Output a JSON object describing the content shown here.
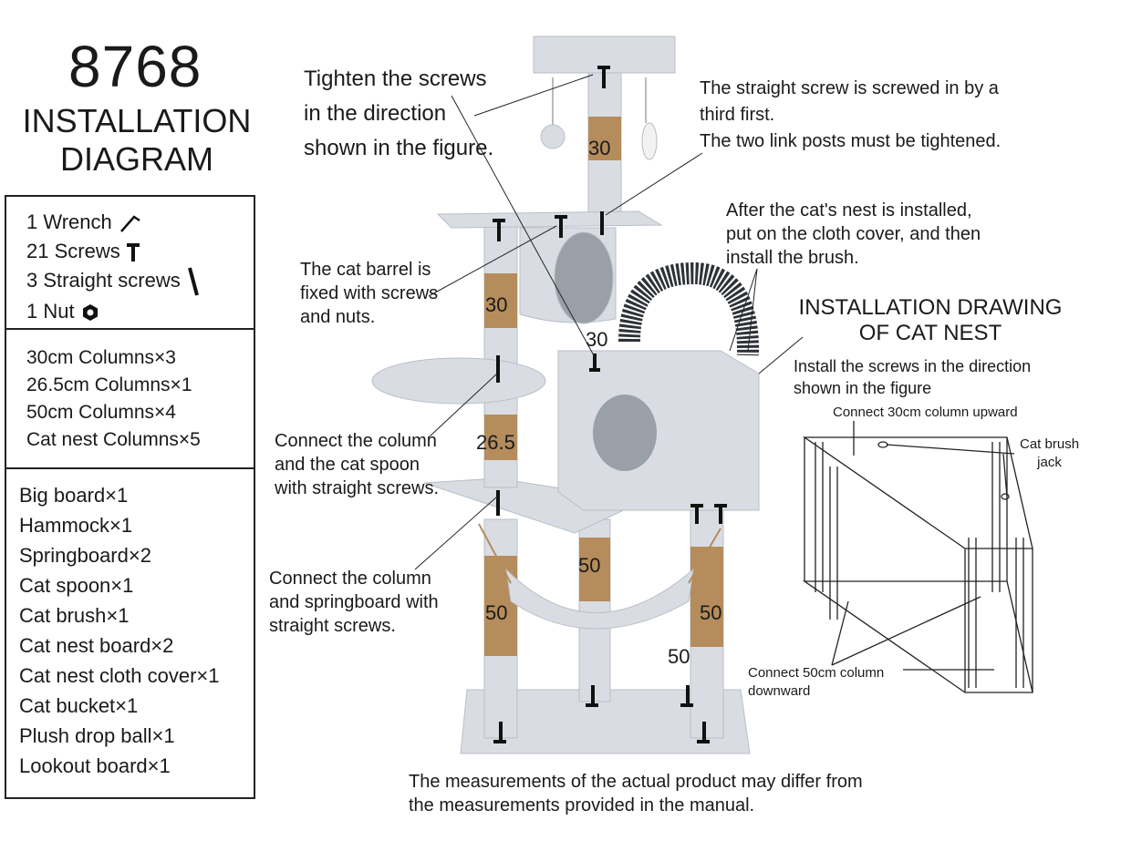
{
  "header": {
    "model": "8768",
    "title_line1": "INSTALLATION",
    "title_line2": "DIAGRAM"
  },
  "hardware": [
    {
      "label": "1 Wrench",
      "icon": "wrench-icon"
    },
    {
      "label": "21 Screws",
      "icon": "t-screw-icon"
    },
    {
      "label": "3 Straight screws",
      "icon": "straight-screw-icon"
    },
    {
      "label": "1 Nut",
      "icon": "nut-icon"
    }
  ],
  "columns": [
    "30cm Columns×3",
    "26.5cm Columns×1",
    "50cm Columns×4",
    "Cat nest Columns×5"
  ],
  "parts": [
    "Big board×1",
    "Hammock×1",
    "Springboard×2",
    "Cat spoon×1",
    "Cat brush×1",
    "Cat nest board×2",
    "Cat nest cloth cover×1",
    "Cat bucket×1",
    "Plush drop ball×1",
    "Lookout board×1"
  ],
  "callouts": {
    "tighten_line1": "Tighten the  screws",
    "tighten_line2": "in the  direction",
    "tighten_line3": "shown  in the figure.",
    "straight_line1": "The straight screw is screwed in by a",
    "straight_line2": "third first.",
    "straight_line3": "The two link posts must be tightened.",
    "nest_line1": "After the cat's nest is installed,",
    "nest_line2": "put on the cloth cover, and then",
    "nest_line3": "install the brush.",
    "barrel_line1": "The cat barrel is",
    "barrel_line2": "fixed with screws",
    "barrel_line3": "and nuts.",
    "spoon_line1": "Connect the column",
    "spoon_line2": "and the cat spoon",
    "spoon_line3": "with straight screws.",
    "spring_line1": "Connect the column",
    "spring_line2": "and springboard with",
    "spring_line3": "straight screws.",
    "disclaimer_line1": "The measurements of the actual product may differ from",
    "disclaimer_line2": "the measurements provided in the manual."
  },
  "nest_drawing": {
    "title_line1": "INSTALLATION DRAWING",
    "title_line2": "OF CAT NEST",
    "subtitle_line1": "Install the screws in the direction",
    "subtitle_line2": "shown in the figure",
    "upward": "Connect 30cm column upward",
    "brush_jack_line1": "Cat brush",
    "brush_jack_line2": "jack",
    "downward_line1": "Connect 50cm column",
    "downward_line2": "downward"
  },
  "dimension_labels": {
    "top_post": "30",
    "left_post": "30",
    "middle_post": "30",
    "spoon_post": "26.5",
    "center_post": "50",
    "left_lower": "50",
    "right_lower": "50",
    "base_label": "50"
  },
  "colors": {
    "plush": "#d9dde3",
    "plush_dark": "#b9bec6",
    "sisal": "#b58c5c",
    "screw": "#1a1a1a",
    "line": "#222222"
  }
}
